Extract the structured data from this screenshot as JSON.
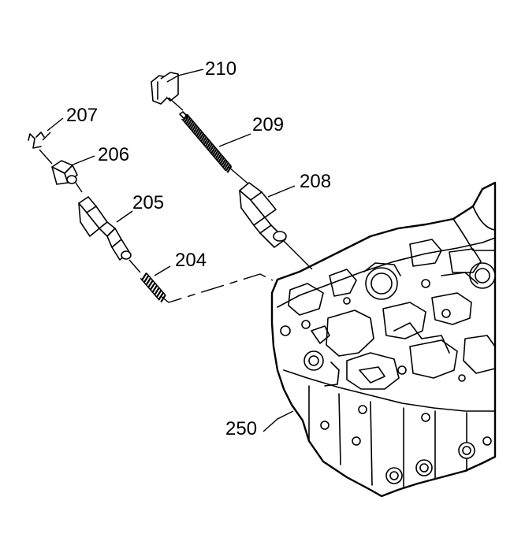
{
  "callouts": {
    "p204": "204",
    "p205": "205",
    "p206": "206",
    "p207": "207",
    "p208": "208",
    "p209": "209",
    "p210": "210",
    "p250": "250"
  },
  "colors": {
    "line": "#000000",
    "background": "#ffffff"
  }
}
